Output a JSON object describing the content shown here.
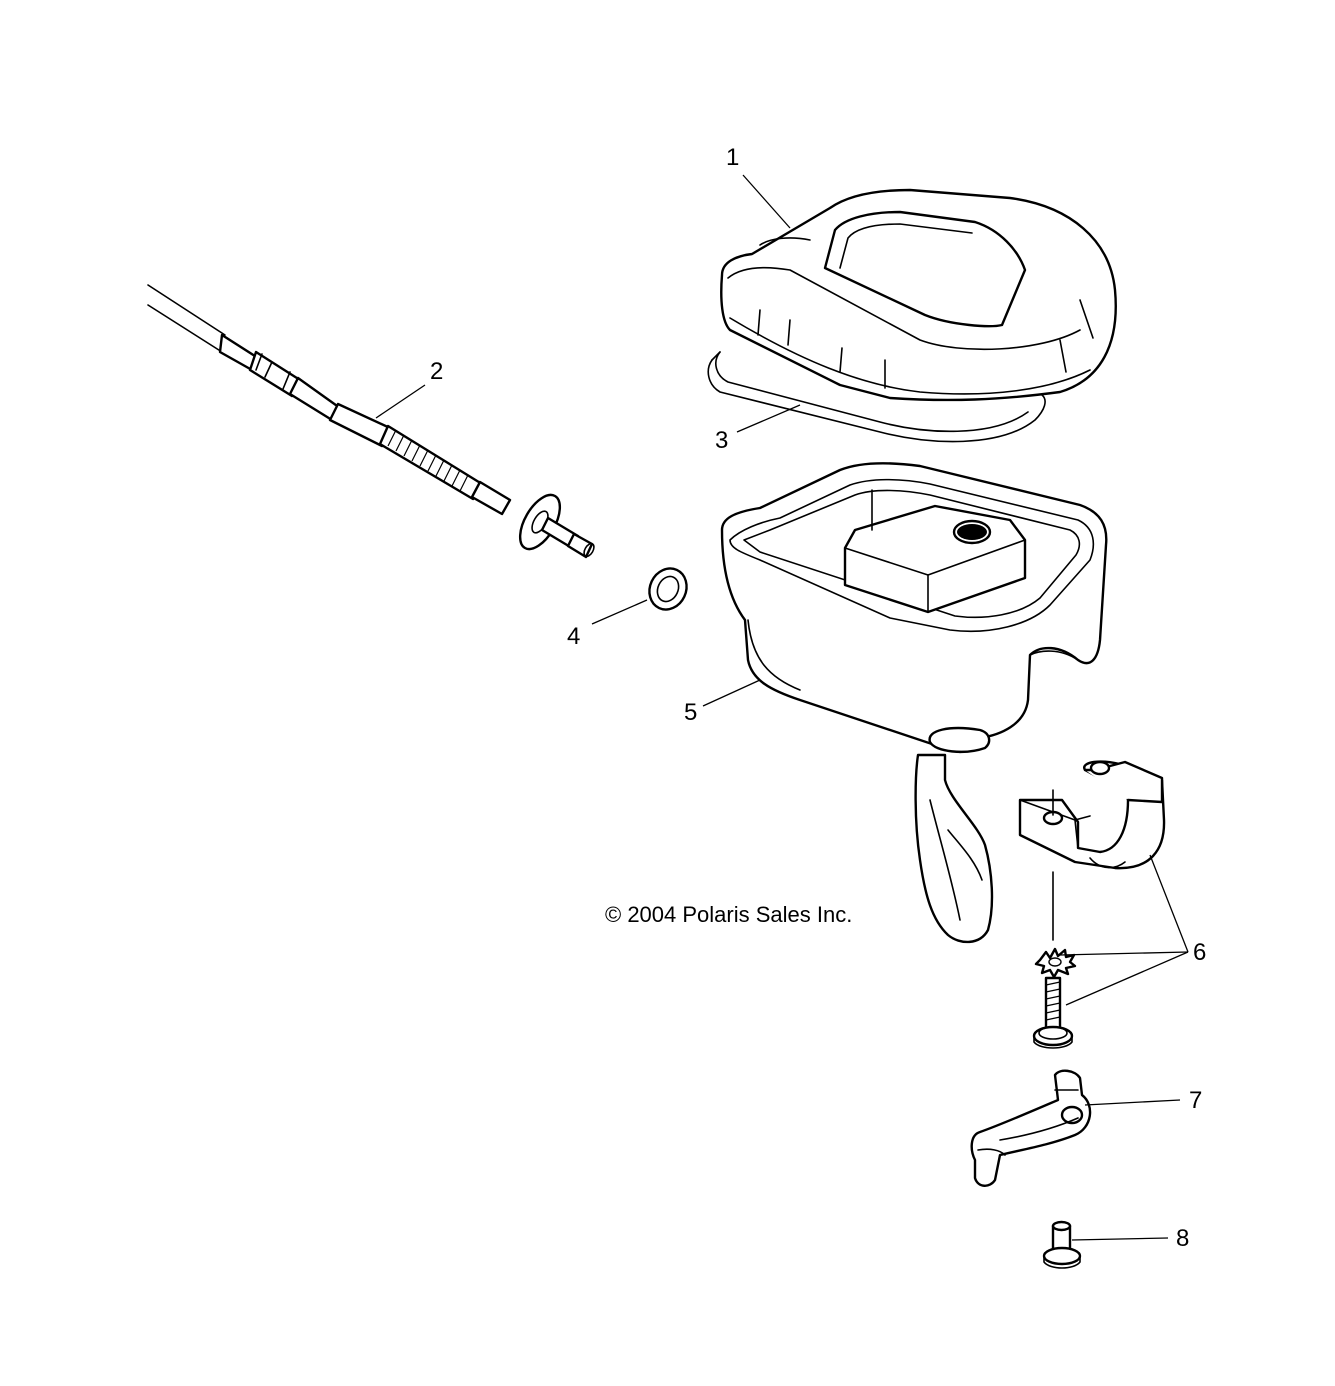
{
  "diagram": {
    "copyright": "© 2004 Polaris Sales Inc.",
    "callouts": [
      {
        "id": "1",
        "label": "1"
      },
      {
        "id": "2",
        "label": "2"
      },
      {
        "id": "3",
        "label": "3"
      },
      {
        "id": "4",
        "label": "4"
      },
      {
        "id": "5",
        "label": "5"
      },
      {
        "id": "6",
        "label": "6"
      },
      {
        "id": "7",
        "label": "7"
      },
      {
        "id": "8",
        "label": "8"
      }
    ]
  }
}
